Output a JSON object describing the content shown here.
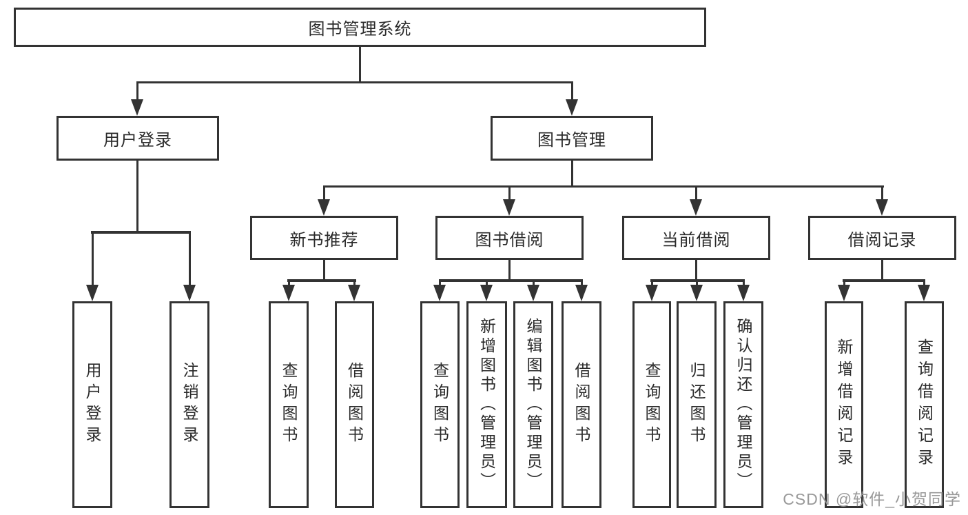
{
  "watermark": "CSDN @软件_小贺同学",
  "colors": {
    "line": "#333333",
    "text": "#2b2b2b",
    "watermark": "#949494",
    "background": "#ffffff"
  },
  "tree": {
    "root": "图书管理系统",
    "login": {
      "label": "用户登录",
      "children": [
        "用户登录",
        "注销登录"
      ]
    },
    "mgmt": {
      "label": "图书管理",
      "sections": [
        {
          "label": "新书推荐",
          "children": [
            "查询图书",
            "借阅图书"
          ]
        },
        {
          "label": "图书借阅",
          "children": [
            "查询图书",
            "新增图书（管理员）",
            "编辑图书（管理员）",
            "借阅图书"
          ]
        },
        {
          "label": "当前借阅",
          "children": [
            "查询图书",
            "归还图书",
            "确认归还（管理员）"
          ]
        },
        {
          "label": "借阅记录",
          "children": [
            "新增借阅记录",
            "查询借阅记录"
          ]
        }
      ]
    }
  }
}
